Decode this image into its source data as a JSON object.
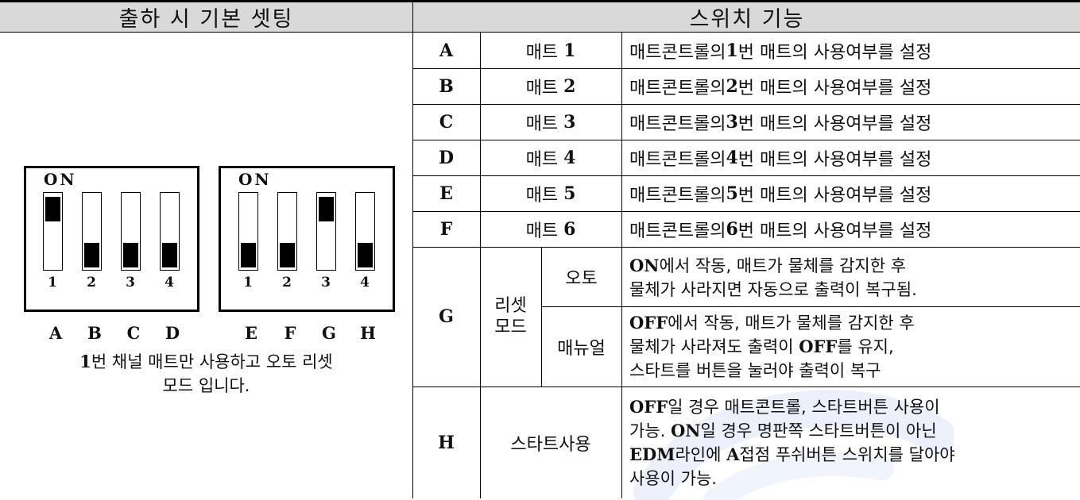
{
  "header": {
    "left_title": "출하 시 기본 셋팅",
    "right_title": "스위치 기능"
  },
  "dip": {
    "on_label": "ON",
    "group1": {
      "numbers": [
        "1",
        "2",
        "3",
        "4"
      ],
      "states": [
        "on",
        "off",
        "off",
        "off"
      ],
      "letters": [
        "A",
        "B",
        "C",
        "D"
      ]
    },
    "group2": {
      "numbers": [
        "1",
        "2",
        "3",
        "4"
      ],
      "states": [
        "off",
        "off",
        "on",
        "off"
      ],
      "letters": [
        "E",
        "F",
        "G",
        "H"
      ]
    },
    "caption_num": "1",
    "caption_line1": "번 채널 매트만 사용하고 오토 리셋",
    "caption_line2": "모드 입니다."
  },
  "rows": [
    {
      "key": "A",
      "mat_label": "매트",
      "mat_num": "1",
      "desc_pre": "매트콘트롤의 ",
      "desc_num": "1",
      "desc_post": "번 매트의 사용여부를 설정"
    },
    {
      "key": "B",
      "mat_label": "매트",
      "mat_num": "2",
      "desc_pre": "매트콘트롤의 ",
      "desc_num": "2",
      "desc_post": "번 매트의 사용여부를 설정"
    },
    {
      "key": "C",
      "mat_label": "매트",
      "mat_num": "3",
      "desc_pre": "매트콘트롤의 ",
      "desc_num": "3",
      "desc_post": "번 매트의 사용여부를 설정"
    },
    {
      "key": "D",
      "mat_label": "매트",
      "mat_num": "4",
      "desc_pre": "매트콘트롤의 ",
      "desc_num": "4",
      "desc_post": "번 매트의 사용여부를 설정"
    },
    {
      "key": "E",
      "mat_label": "매트",
      "mat_num": "5",
      "desc_pre": "매트콘트롤의 ",
      "desc_num": "5",
      "desc_post": "번 매트의 사용여부를 설정"
    },
    {
      "key": "F",
      "mat_label": "매트",
      "mat_num": "6",
      "desc_pre": "매트콘트롤의 ",
      "desc_num": "6",
      "desc_post": "번 매트의 사용여부를 설정"
    }
  ],
  "row_g": {
    "key": "G",
    "group_line1": "리셋",
    "group_line2": "모드",
    "auto": {
      "label": "오토",
      "l1_b": "ON",
      "l1_t": "에서 작동, 매트가 물체를 감지한 후",
      "l2_t": "물체가 사라지면 자동으로 출력이 복구됨."
    },
    "manual": {
      "label": "매뉴얼",
      "l1_b": "OFF",
      "l1_t": "에서 작동, 매트가 물체를 감지한 후",
      "l2_t": "물체가 사라져도 출력이 ",
      "l2_b": "OFF",
      "l2_t2": "를 유지,",
      "l3_t": "스타트를 버튼을 눌러야 출력이 복구"
    }
  },
  "row_h": {
    "key": "H",
    "label": "스타트사용",
    "l1_b": "OFF",
    "l1_t": "일 경우 매트콘트롤, 스타트버튼 사용이",
    "l2_t": "가능. ",
    "l2_b": "ON",
    "l2_t2": "일 경우 명판쪽 스타트버튼이 아닌",
    "l3_b": "EDM",
    "l3_t": "라인에 ",
    "l3_b2": "A",
    "l3_t2": "접점 푸쉬버튼 스위치를 달아야",
    "l4_t": "사용이 가능."
  },
  "colors": {
    "header_bg": "#d9d9d9",
    "watermark": "#3b6fd4"
  }
}
